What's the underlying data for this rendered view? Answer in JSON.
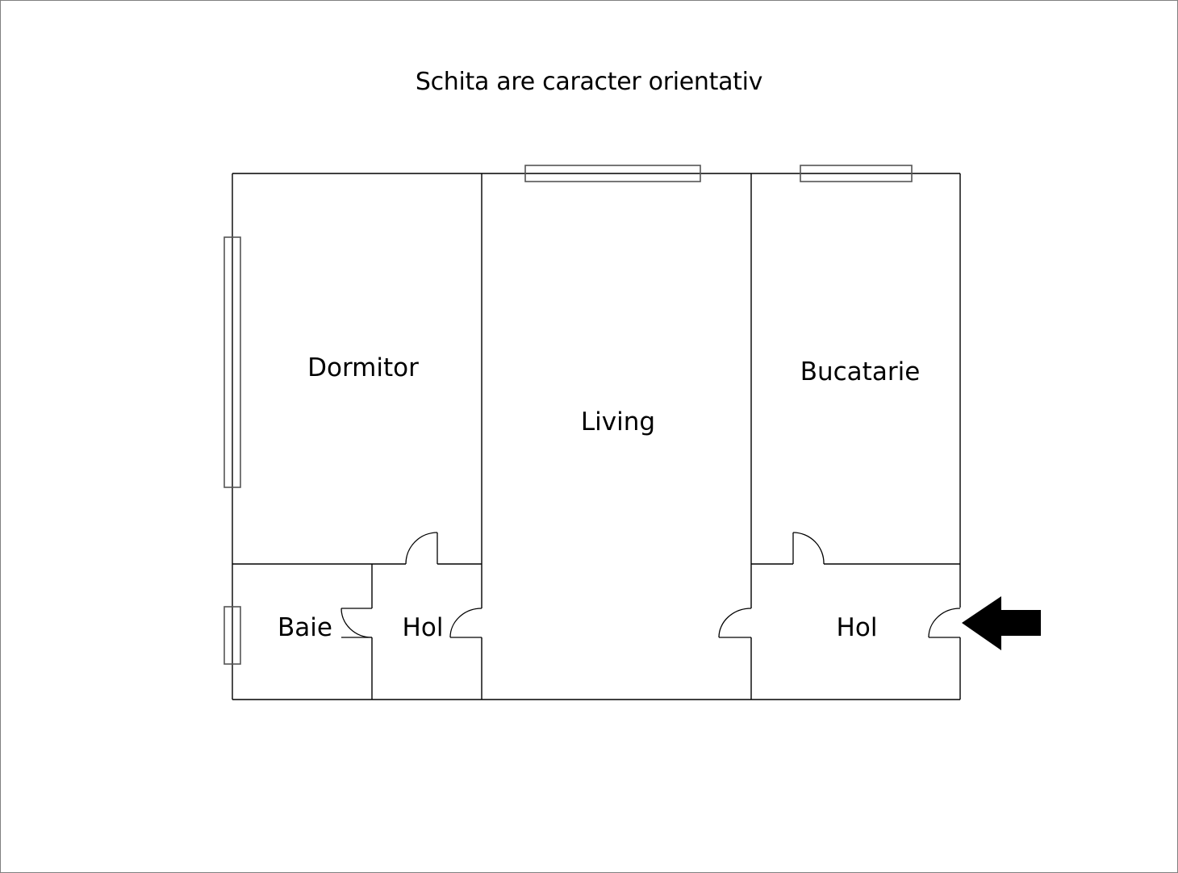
{
  "title": "Schita are caracter orientativ",
  "rooms": {
    "dormitor": "Dormitor",
    "living": "Living",
    "bucatarie": "Bucatarie",
    "baie": "Baie",
    "hol_left": "Hol",
    "hol_right": "Hol"
  },
  "icons": {
    "entrance_arrow": "entrance-arrow-icon",
    "window": "window-icon",
    "door": "door-icon"
  },
  "colors": {
    "wall": "#000000",
    "window_frame": "#555555",
    "border": "#808080",
    "arrow": "#000000"
  }
}
